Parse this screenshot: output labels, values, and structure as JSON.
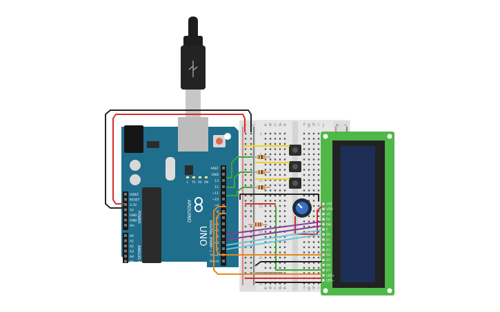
{
  "arduino": {
    "board_name": "UNO",
    "brand_logo": "ARDUINO",
    "digital_header_label": "DIGITAL (PWM~)",
    "power_header_label": "POWER",
    "analog_header_label": "ANALOG IN",
    "top_pin_labels": [
      "AREF",
      "GND",
      "13",
      "12",
      "~11",
      "~10",
      "~9",
      "8",
      "7",
      "~6",
      "~5",
      "4",
      "~3",
      "2",
      "TX→1",
      "RX←0"
    ],
    "power_pin_labels": [
      "IOREF",
      "RESET",
      "3.3V",
      "5V",
      "GND",
      "GND",
      "Vin"
    ],
    "analog_pin_labels": [
      "A0",
      "A1",
      "A2",
      "A3",
      "A4",
      "A5"
    ],
    "led_labels": [
      "L",
      "TX",
      "RX",
      "ON"
    ],
    "connector_icon": "usb-b-connector-icon",
    "colors": {
      "board": "#1f6e8c",
      "silk": "#ffffff",
      "chip": "#2b2b2b"
    }
  },
  "breadboard": {
    "column_letters_left": [
      "a",
      "b",
      "c",
      "d",
      "e"
    ],
    "column_letters_right": [
      "f",
      "g",
      "h",
      "i",
      "j"
    ],
    "rail_plus": "+",
    "rail_minus": "−",
    "row_numbers": [
      "1",
      "5",
      "10",
      "15",
      "20",
      "25",
      "30"
    ]
  },
  "lcd": {
    "pin_labels": [
      "VSS",
      "VDD",
      "V0",
      "RS",
      "RW",
      "E",
      "D0",
      "D1",
      "D2",
      "D3",
      "D4",
      "D5",
      "D6",
      "D7",
      "LED+",
      "LED−"
    ],
    "colors": {
      "pcb": "#4fb848",
      "screen": "#1c2e56",
      "bezel": "#222222"
    }
  },
  "wire_colors": {
    "red": "#d52b2b",
    "black": "#222222",
    "green": "#3aa832",
    "orange": "#e8861c",
    "yellow": "#f2d21a",
    "purple": "#8b3a99",
    "cyan": "#6ec6d6",
    "gray": "#7b7b7b"
  }
}
